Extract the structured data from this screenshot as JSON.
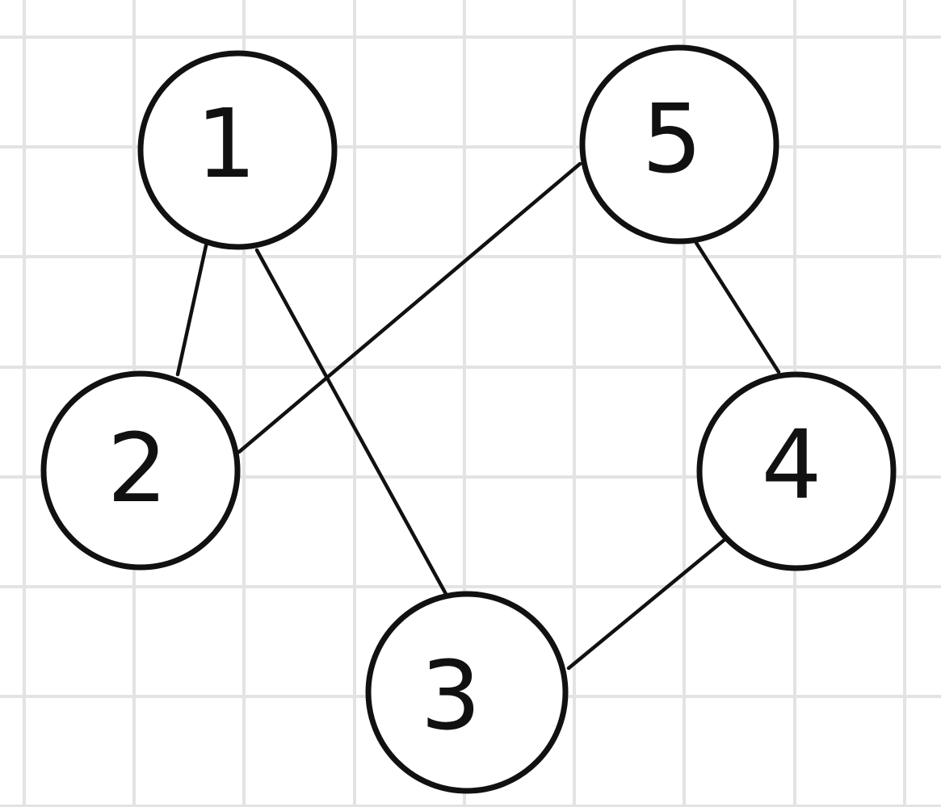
{
  "diagram": {
    "type": "undirected-graph",
    "background": "graph-paper-grid",
    "colors": {
      "background": "#ffffff",
      "grid": "#e3e3e3",
      "ink": "#111111"
    },
    "nodes": [
      {
        "id": "n1",
        "label": "1"
      },
      {
        "id": "n2",
        "label": "2"
      },
      {
        "id": "n3",
        "label": "3"
      },
      {
        "id": "n4",
        "label": "4"
      },
      {
        "id": "n5",
        "label": "5"
      }
    ],
    "edges": [
      {
        "from": "n1",
        "to": "n2"
      },
      {
        "from": "n1",
        "to": "n3"
      },
      {
        "from": "n5",
        "to": "n2"
      },
      {
        "from": "n5",
        "to": "n4"
      },
      {
        "from": "n4",
        "to": "n3"
      }
    ]
  }
}
